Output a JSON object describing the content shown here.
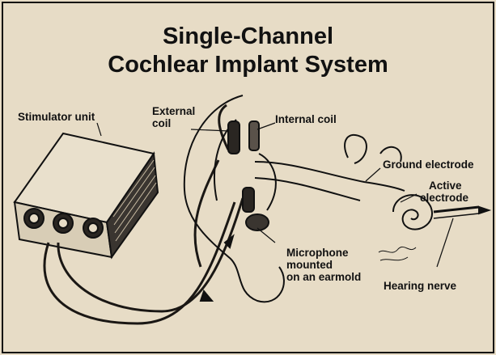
{
  "title": {
    "line1": "Single-Channel",
    "line2": "Cochlear Implant System"
  },
  "labels": {
    "stimulator_unit": "Stimulator unit",
    "external_coil_line1": "External",
    "external_coil_line2": "coil",
    "internal_coil": "Internal coil",
    "ground_electrode": "Ground electrode",
    "active_electrode_line1": "Active",
    "active_electrode_line2": "electrode",
    "microphone_line1": "Microphone",
    "microphone_line2": "mounted",
    "microphone_line3": "on an earmold",
    "hearing_nerve": "Hearing nerve"
  },
  "colors": {
    "background": "#e7dcc6",
    "ink": "#111111"
  }
}
